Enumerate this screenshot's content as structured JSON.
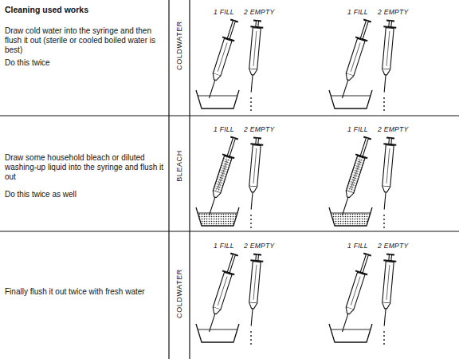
{
  "diagram": {
    "title": "Cleaning used works",
    "labels": [
      "Draw cold water into the syringe and then flush it out (sterile or cooled boiled water is best)",
      "Do this twice",
      "COLDWATER",
      "1 FILL",
      "2 EMPTY",
      "1 FILL",
      "2 EMPTY",
      "Draw some household bleach or diluted washing-up liquid into the syringe and flush it out",
      "Do this twice as well",
      "BLEACH",
      "1 FILL",
      "2 EMPTY",
      "1 FILL",
      "2 EMPTY",
      "Finally flush it out twice with fresh water",
      "COLDWATER",
      "1 FILL",
      "2 EMPTY",
      "1 FILL",
      "2 EMPTY"
    ]
  }
}
